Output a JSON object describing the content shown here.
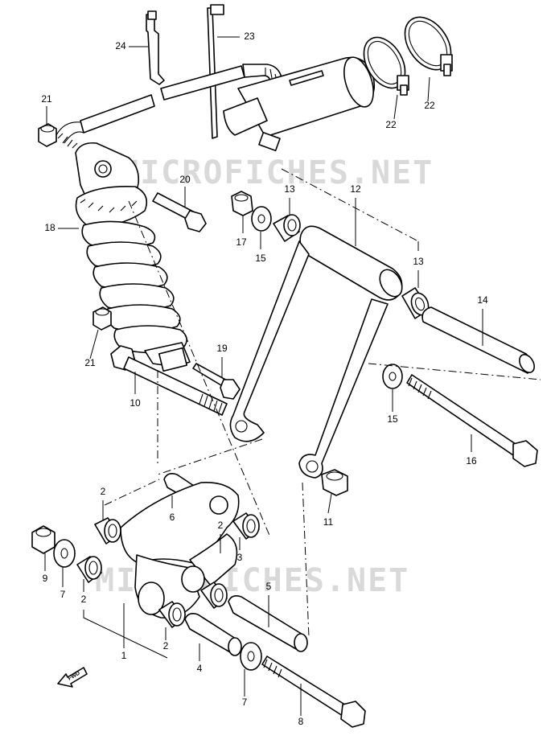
{
  "diagram": {
    "watermark": "MICROFICHES.NET",
    "direction_label": "FWD",
    "callouts": [
      "1",
      "2",
      "3",
      "4",
      "5",
      "6",
      "7",
      "8",
      "9",
      "10",
      "11",
      "12",
      "13",
      "14",
      "15",
      "16",
      "17",
      "18",
      "19",
      "20",
      "21",
      "22",
      "23",
      "24"
    ]
  },
  "labels": [
    {
      "id": "24",
      "text": "24"
    },
    {
      "id": "23",
      "text": "23"
    },
    {
      "id": "21a",
      "text": "21"
    },
    {
      "id": "22a",
      "text": "22"
    },
    {
      "id": "22b",
      "text": "22"
    },
    {
      "id": "20",
      "text": "20"
    },
    {
      "id": "18",
      "text": "18"
    },
    {
      "id": "13a",
      "text": "13"
    },
    {
      "id": "12",
      "text": "12"
    },
    {
      "id": "17",
      "text": "17"
    },
    {
      "id": "15a",
      "text": "15"
    },
    {
      "id": "13b",
      "text": "13"
    },
    {
      "id": "14",
      "text": "14"
    },
    {
      "id": "21b",
      "text": "21"
    },
    {
      "id": "19",
      "text": "19"
    },
    {
      "id": "10",
      "text": "10"
    },
    {
      "id": "15b",
      "text": "15"
    },
    {
      "id": "16",
      "text": "16"
    },
    {
      "id": "11",
      "text": "11"
    },
    {
      "id": "2a",
      "text": "2"
    },
    {
      "id": "6",
      "text": "6"
    },
    {
      "id": "2b",
      "text": "2"
    },
    {
      "id": "3",
      "text": "3"
    },
    {
      "id": "9",
      "text": "9"
    },
    {
      "id": "7a",
      "text": "7"
    },
    {
      "id": "2c",
      "text": "2"
    },
    {
      "id": "5",
      "text": "5"
    },
    {
      "id": "1",
      "text": "1"
    },
    {
      "id": "2d",
      "text": "2"
    },
    {
      "id": "4",
      "text": "4"
    },
    {
      "id": "7b",
      "text": "7"
    },
    {
      "id": "8",
      "text": "8"
    }
  ]
}
